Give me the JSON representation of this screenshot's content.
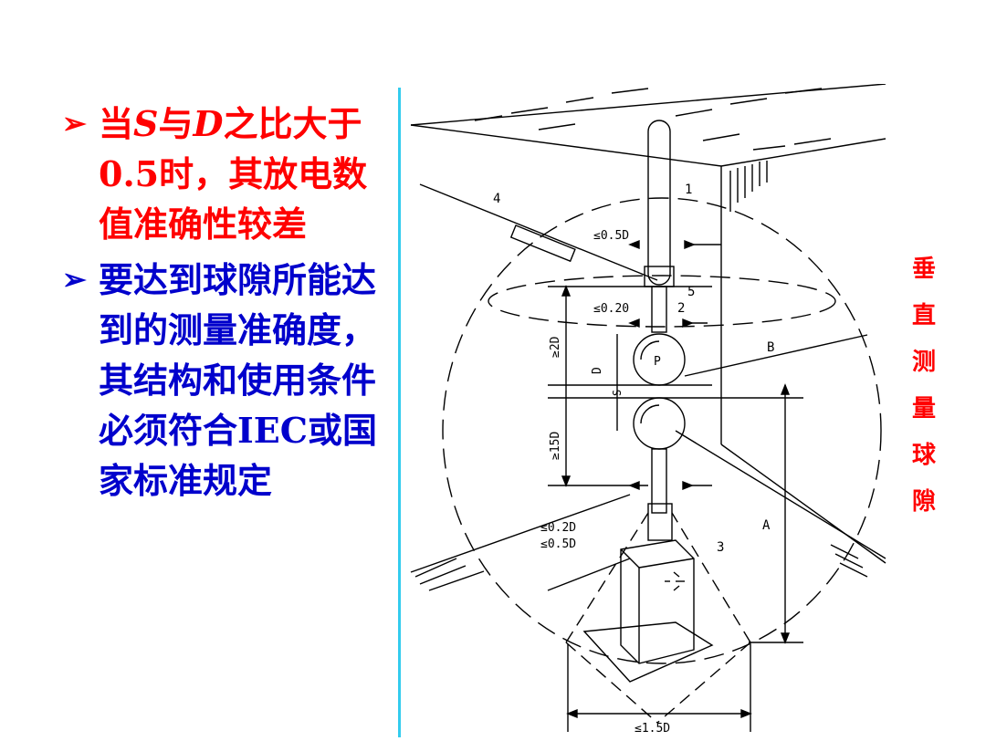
{
  "bullets": [
    {
      "prefix": "当",
      "s": "S",
      "mid": "与",
      "d": "D",
      "rest": "之比大于0.5时，其放电数值准确性较差"
    },
    {
      "text": "要达到球隙所能达到的测量准确度，其结构和使用条件必须符合IEC或国家标准规定"
    }
  ],
  "vertical_label": [
    "垂",
    "直",
    "测",
    "量",
    "球",
    "隙"
  ],
  "figure": {
    "callouts": [
      "1",
      "2",
      "3",
      "4",
      "5"
    ],
    "labels": {
      "p": "P",
      "b": "B",
      "a": "A",
      "d": "D",
      "s": "S",
      "two_d": "≥2D",
      "fifteen_d": "≥15D",
      "half_d_top": "≤0.5D",
      "point_2_d": "≤0.20",
      "point_2_d_low": "≤0.2D",
      "half_d_low": "≤0.5D",
      "one_half_d": "≤1.5D"
    }
  },
  "colors": {
    "first_bullet": "#ff0000",
    "second_bullet": "#0000cc",
    "divider": "#33ccee",
    "vertical_label": "#ff0000"
  }
}
